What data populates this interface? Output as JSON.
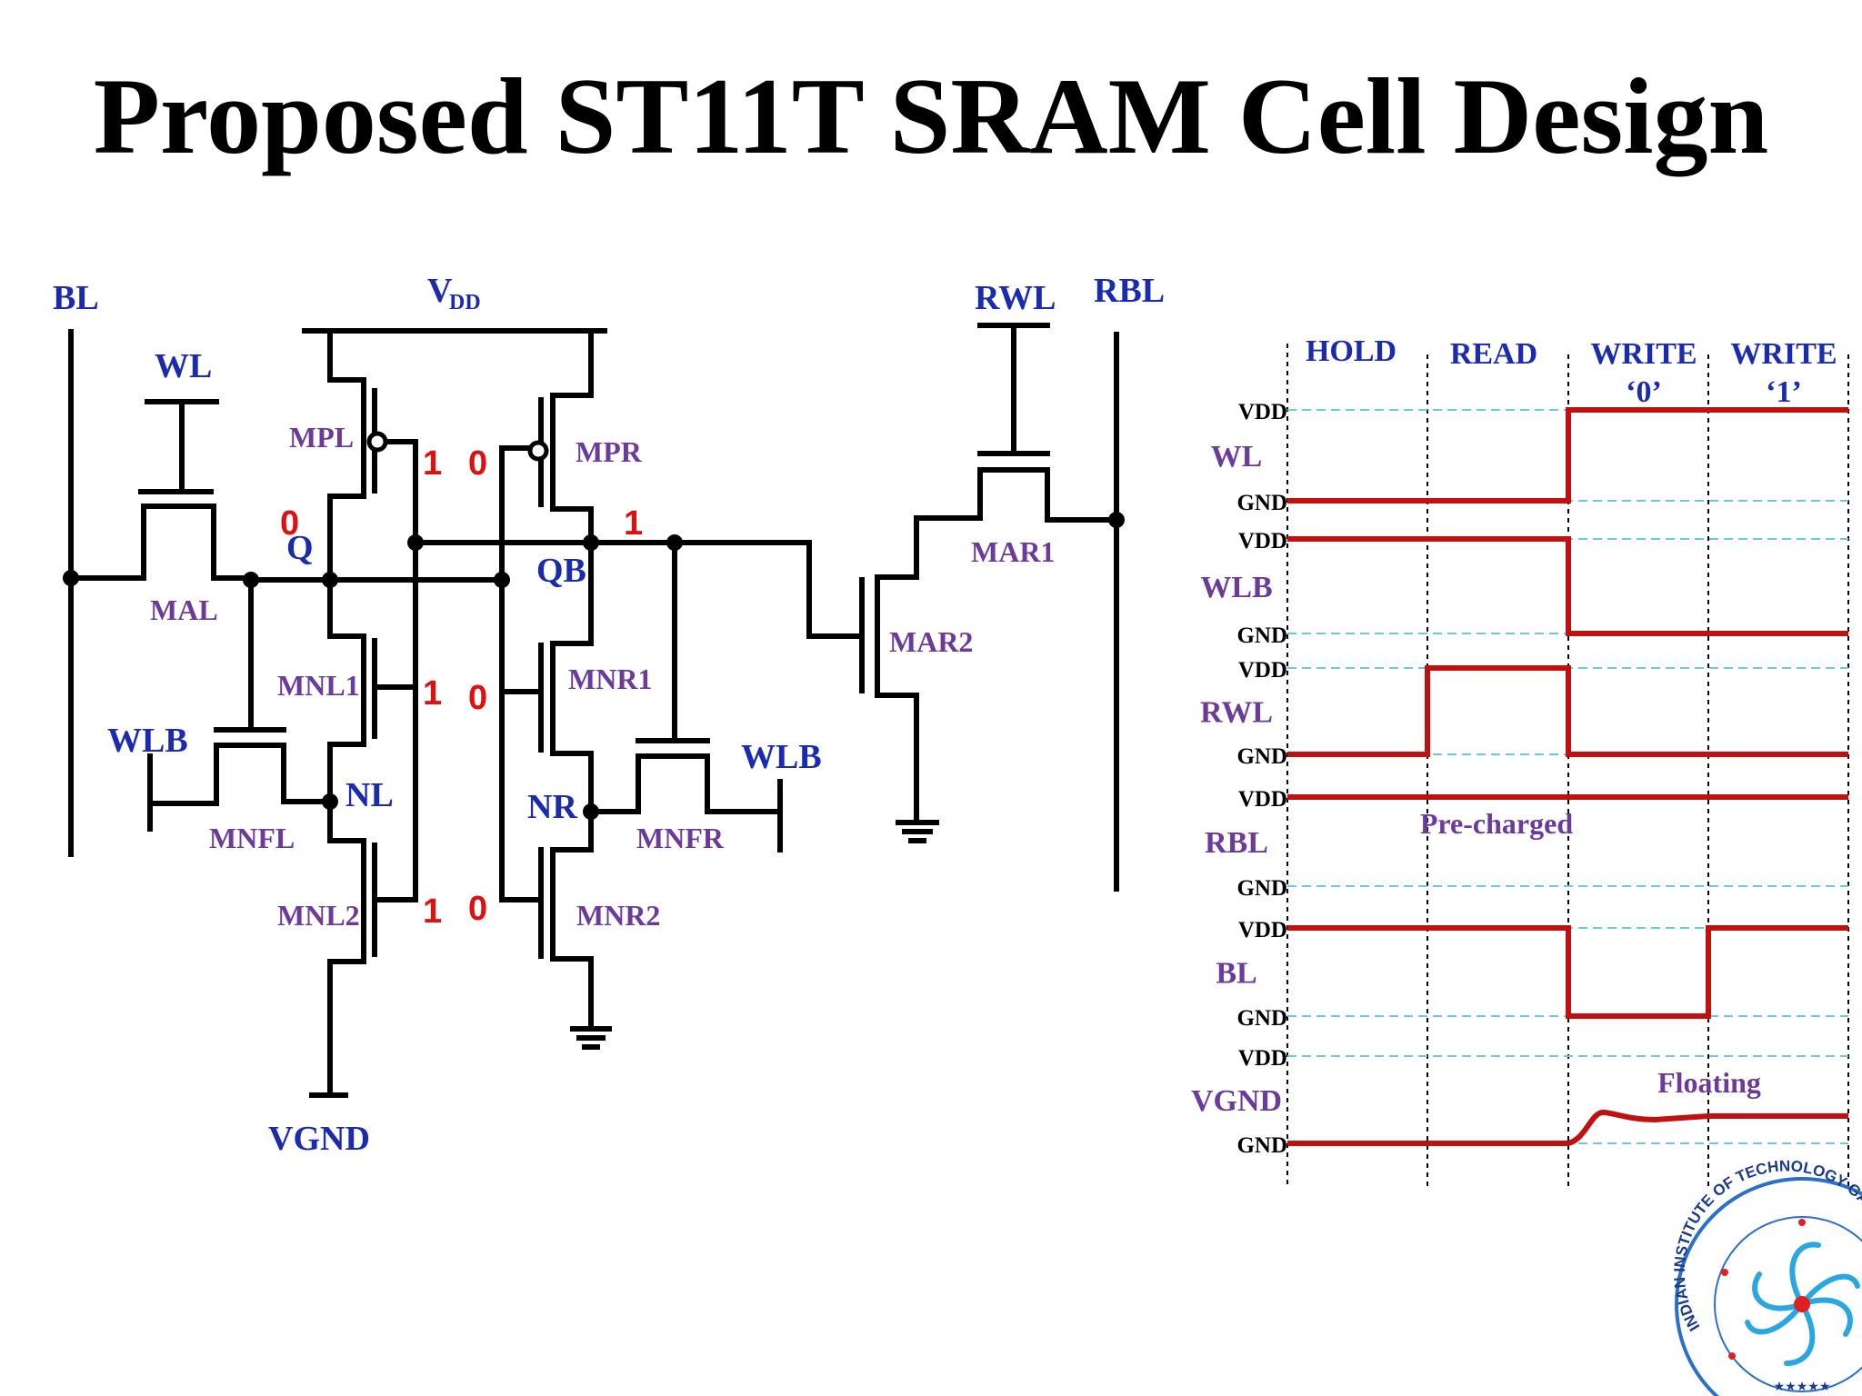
{
  "slide": {
    "title": "Proposed ST11T SRAM Cell Design"
  },
  "colors": {
    "blue_label": "#1a2bb0",
    "purple_label": "#6b3a9a",
    "red_state": "#e01010",
    "waveform": "#c01010",
    "guide": "#6ec6e8",
    "wire": "#000000"
  },
  "schematic": {
    "nodes": {
      "bl": "BL",
      "wl": "WL",
      "vdd_main": "V",
      "vdd_sub": "DD",
      "rwl": "RWL",
      "rbl": "RBL",
      "q": "Q",
      "qb": "QB",
      "wlb_left": "WLB",
      "wlb_right": "WLB",
      "nl": "NL",
      "nr": "NR",
      "vgnd": "VGND"
    },
    "transistors": {
      "mpl": "MPL",
      "mpr": "MPR",
      "mal": "MAL",
      "mar1": "MAR1",
      "mar2": "MAR2",
      "mnl1": "MNL1",
      "mnr1": "MNR1",
      "mnfl": "MNFL",
      "mnfr": "MNFR",
      "mnl2": "MNL2",
      "mnr2": "MNR2"
    },
    "states": {
      "q": "0",
      "qb": "1",
      "mpl_gate": "1",
      "mpr_gate": "0",
      "mnl1_gate": "1",
      "mnr1_gate": "0",
      "mnl2_gate": "1",
      "mnr2_gate": "0"
    }
  },
  "timing": {
    "phases": [
      {
        "line1": "HOLD",
        "line2": ""
      },
      {
        "line1": "READ",
        "line2": ""
      },
      {
        "line1": "WRITE",
        "line2": "‘0’"
      },
      {
        "line1": "WRITE",
        "line2": "‘1’"
      }
    ],
    "level_high": "VDD",
    "level_low": "GND",
    "signals": [
      {
        "name": "WL",
        "levels": [
          "low",
          "low",
          "high",
          "high"
        ],
        "annotation": ""
      },
      {
        "name": "WLB",
        "levels": [
          "high",
          "high",
          "low",
          "low"
        ],
        "annotation": ""
      },
      {
        "name": "RWL",
        "levels": [
          "low",
          "high",
          "low",
          "low"
        ],
        "annotation": ""
      },
      {
        "name": "RBL",
        "levels": [
          "high",
          "high",
          "high",
          "high"
        ],
        "annotation": "Pre-charged"
      },
      {
        "name": "BL",
        "levels": [
          "high",
          "high",
          "low",
          "high"
        ],
        "annotation": ""
      },
      {
        "name": "VGND",
        "levels": [
          "low",
          "low",
          "float",
          "float"
        ],
        "annotation": "Floating"
      }
    ]
  },
  "logo": {
    "text": "INDIAN INSTITUTE OF TECHNOLOGY GANDHINAGAR",
    "stars": "★★★★★"
  }
}
